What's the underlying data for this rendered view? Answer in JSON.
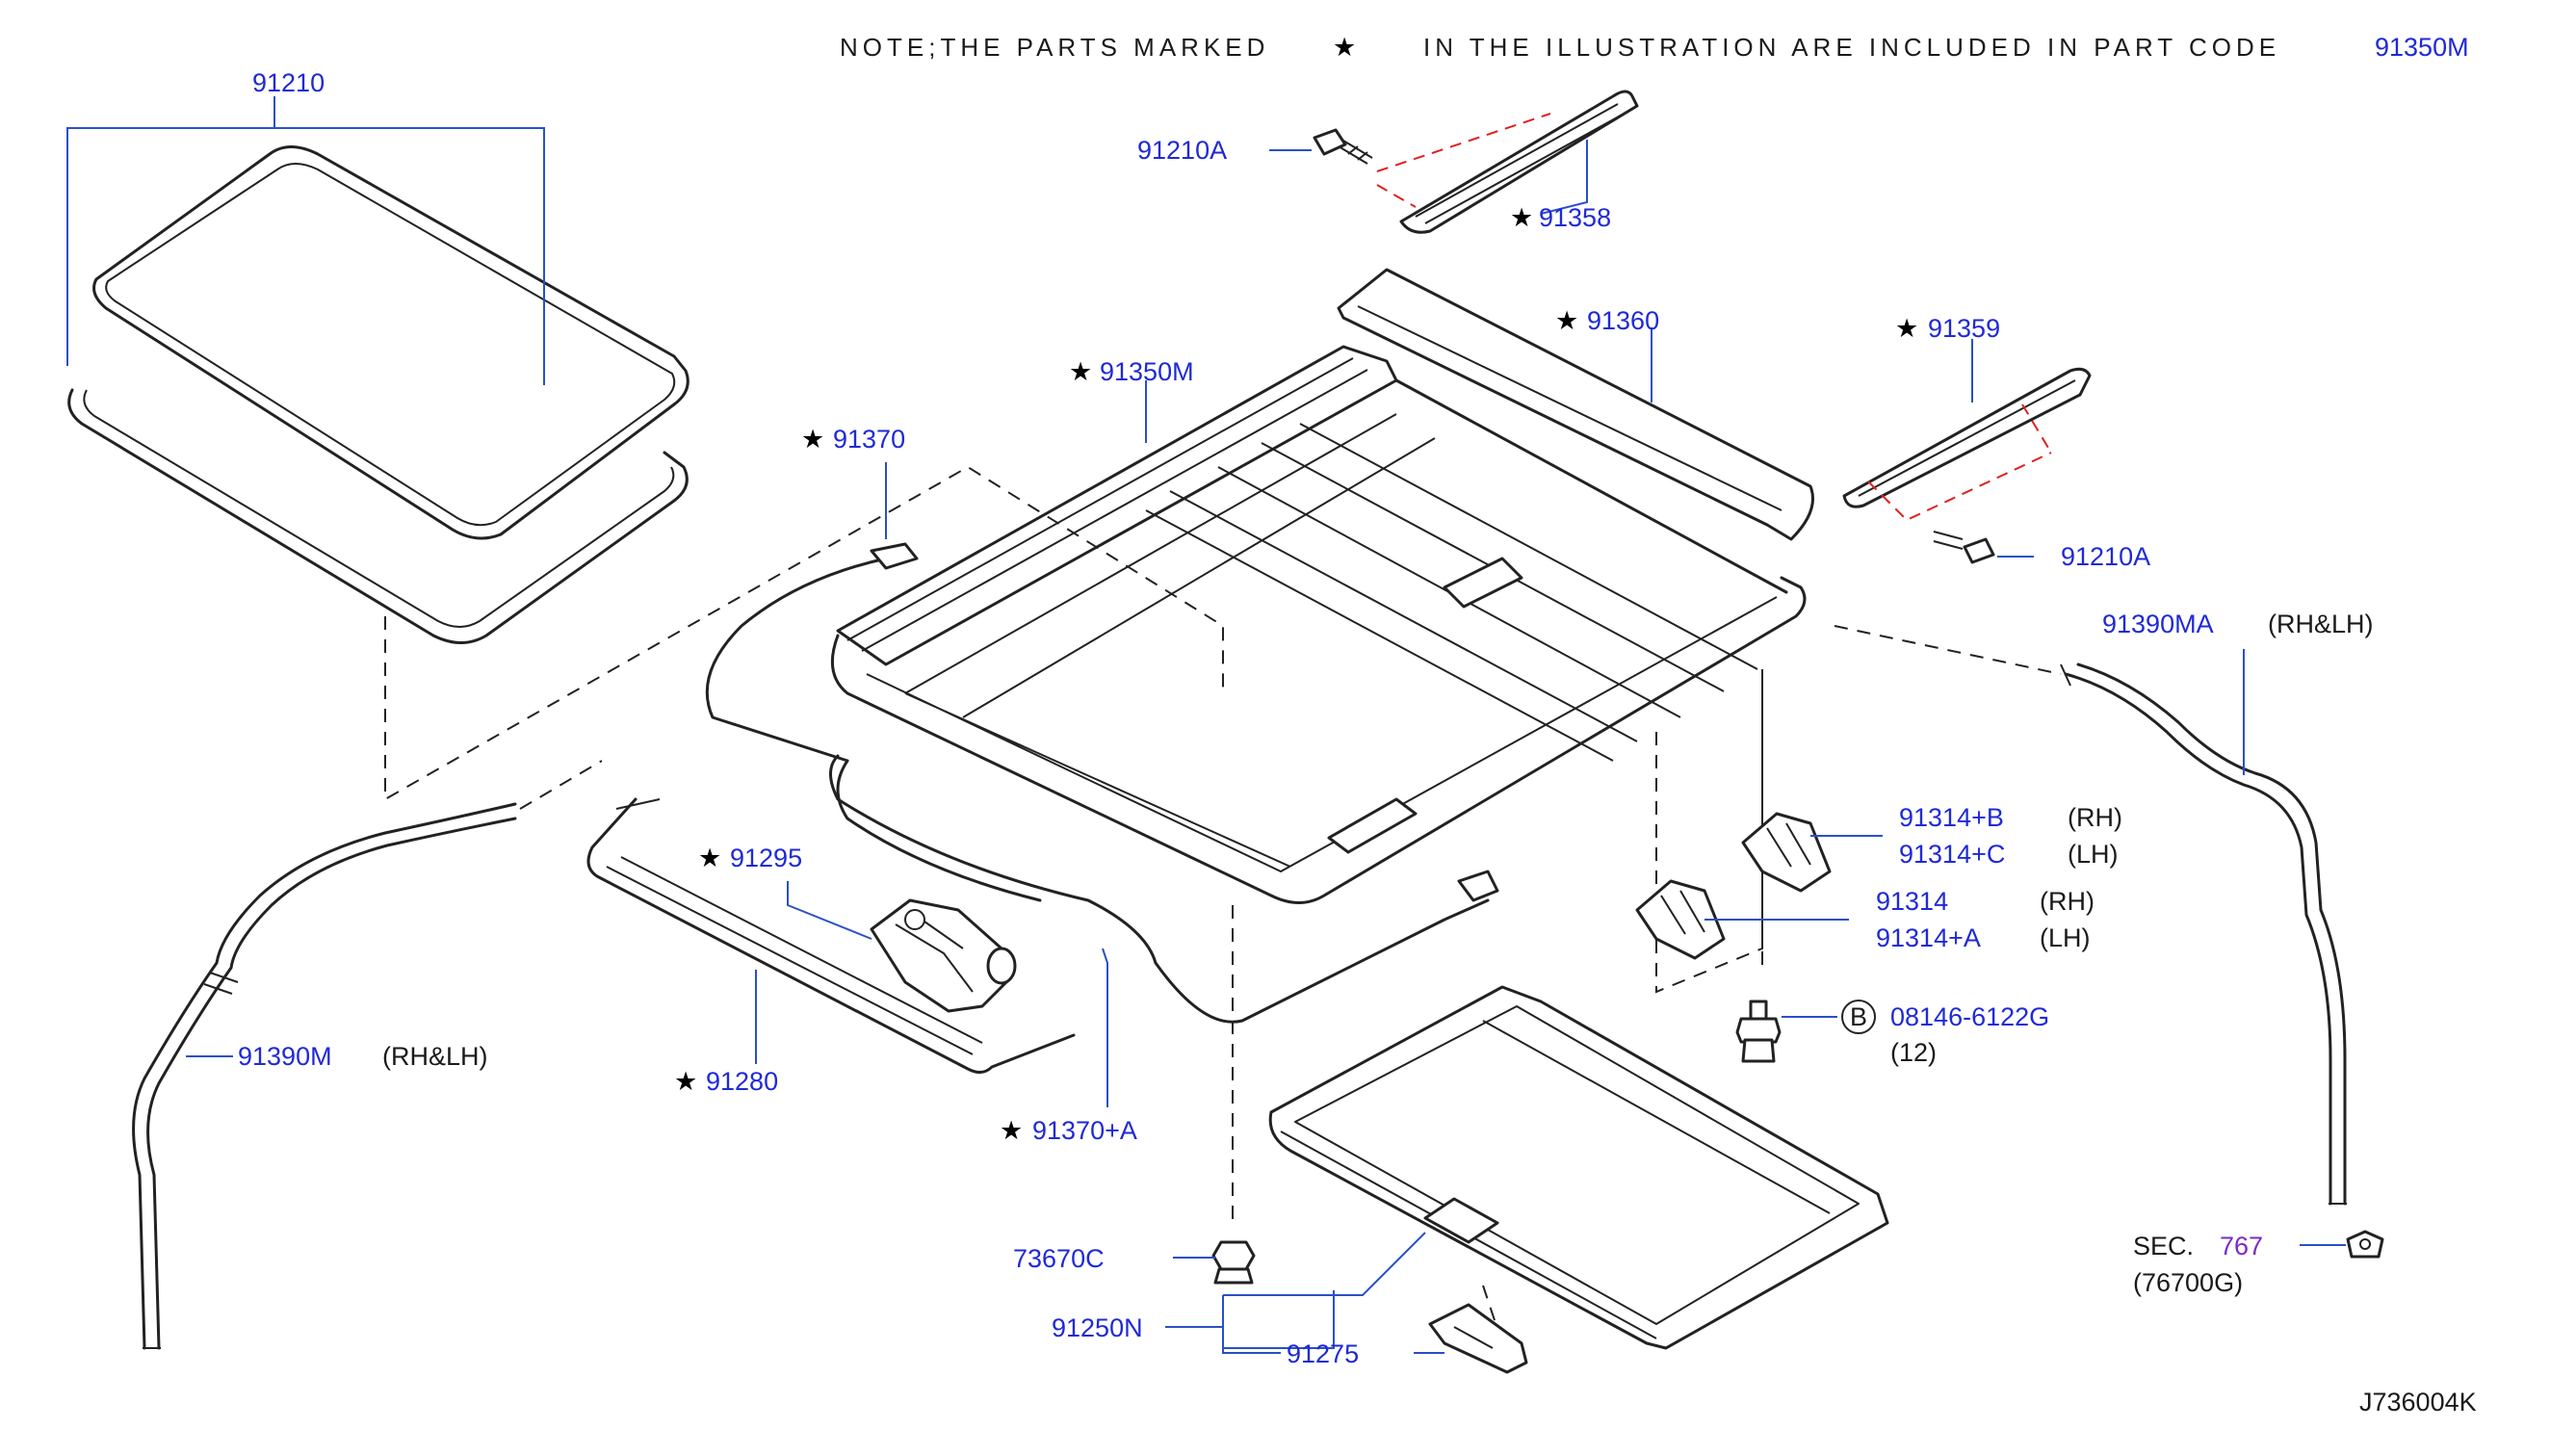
{
  "note": {
    "text_before_star": "NOTE;THE PARTS MARKED",
    "star_symbol": "★",
    "text_after_star": "IN THE ILLUSTRATION ARE INCLUDED IN PART CODE",
    "part_code": "91350M"
  },
  "labels": {
    "p91210": "91210",
    "p91210A_top": "91210A",
    "p91358": "91358",
    "p91360": "91360",
    "p91359": "91359",
    "p91350M": "91350M",
    "p91370": "91370",
    "p91210A_right": "91210A",
    "p91390MA": "91390MA",
    "p91390MA_note": "(RH&LH)",
    "p91314B": "91314+B",
    "p91314B_note": "(RH)",
    "p91314C": "91314+C",
    "p91314C_note": "(LH)",
    "p91314": "91314",
    "p91314_note": "(RH)",
    "p91314A": "91314+A",
    "p91314A_note": "(LH)",
    "bolt_marker": "B",
    "p08146": "08146-6122G",
    "p08146_qty": "(12)",
    "p91295": "91295",
    "p91390M": "91390M",
    "p91390M_note": "(RH&LH)",
    "p91280": "91280",
    "p91370A": "91370+A",
    "p73670C": "73670C",
    "p91250N": "91250N",
    "p91275": "91275",
    "sec_prefix": "SEC.",
    "sec_number": "767",
    "sec_code": "(76700G)",
    "diagram_id": "J736004K"
  },
  "starred_parts": [
    "91358",
    "91360",
    "91359",
    "91350M",
    "91370",
    "91295",
    "91280",
    "91370+A"
  ],
  "colors": {
    "label": "#1f2ad6",
    "leader": "#2a50c8",
    "section_ref": "#7a2bc9",
    "callout_dash": "#e02020",
    "line": "#222222"
  }
}
